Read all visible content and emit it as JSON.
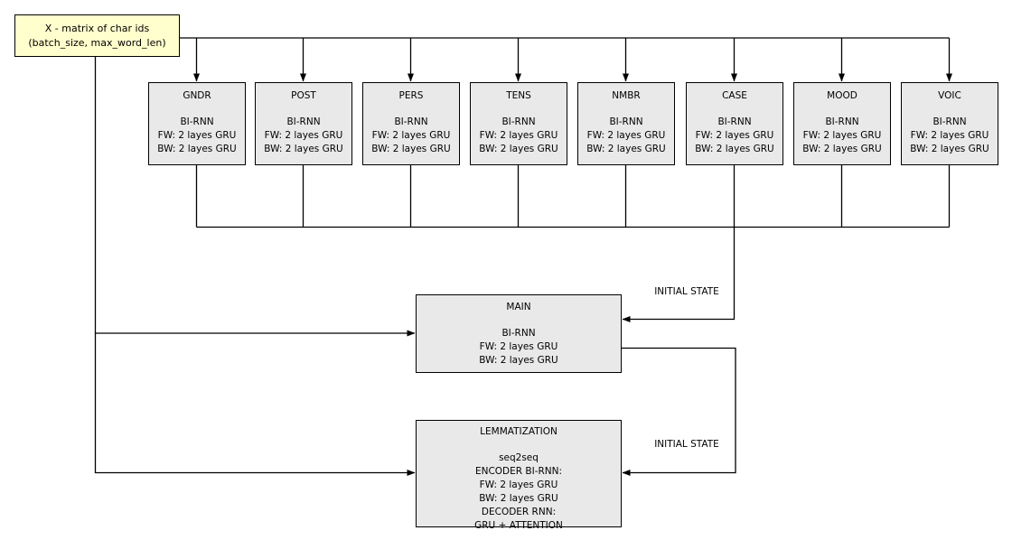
{
  "diagram": {
    "input_box": {
      "line1": "X - matrix of char ids",
      "line2": "(batch_size, max_word_len)"
    },
    "analyzers": [
      {
        "title": "GNDR",
        "lines": [
          "BI-RNN",
          "FW: 2 layes GRU",
          "BW: 2 layes GRU"
        ]
      },
      {
        "title": "POST",
        "lines": [
          "BI-RNN",
          "FW: 2 layes GRU",
          "BW: 2 layes GRU"
        ]
      },
      {
        "title": "PERS",
        "lines": [
          "BI-RNN",
          "FW: 2 layes GRU",
          "BW: 2 layes GRU"
        ]
      },
      {
        "title": "TENS",
        "lines": [
          "BI-RNN",
          "FW: 2 layes GRU",
          "BW: 2 layes GRU"
        ]
      },
      {
        "title": "NMBR",
        "lines": [
          "BI-RNN",
          "FW: 2 layes GRU",
          "BW: 2 layes GRU"
        ]
      },
      {
        "title": "CASE",
        "lines": [
          "BI-RNN",
          "FW: 2 layes GRU",
          "BW: 2 layes GRU"
        ]
      },
      {
        "title": "MOOD",
        "lines": [
          "BI-RNN",
          "FW: 2 layes GRU",
          "BW: 2 layes GRU"
        ]
      },
      {
        "title": "VOIC",
        "lines": [
          "BI-RNN",
          "FW: 2 layes GRU",
          "BW: 2 layes GRU"
        ]
      }
    ],
    "main_box": {
      "title": "MAIN",
      "lines": [
        "BI-RNN",
        "FW: 2 layes GRU",
        "BW: 2 layes GRU"
      ]
    },
    "lemmatization_box": {
      "title": "LEMMATIZATION",
      "lines": [
        "seq2seq",
        "ENCODER BI-RNN:",
        "FW: 2 layes GRU",
        "BW: 2 layes GRU",
        "DECODER RNN:",
        "GRU + ATTENTION"
      ]
    },
    "labels": {
      "initial_state_main": "INITIAL STATE",
      "initial_state_lemma": "INITIAL STATE"
    },
    "colors": {
      "input_fill": "#ffffcd",
      "box_fill": "#e9e9e9",
      "line": "#000000",
      "background": "#ffffff"
    }
  }
}
